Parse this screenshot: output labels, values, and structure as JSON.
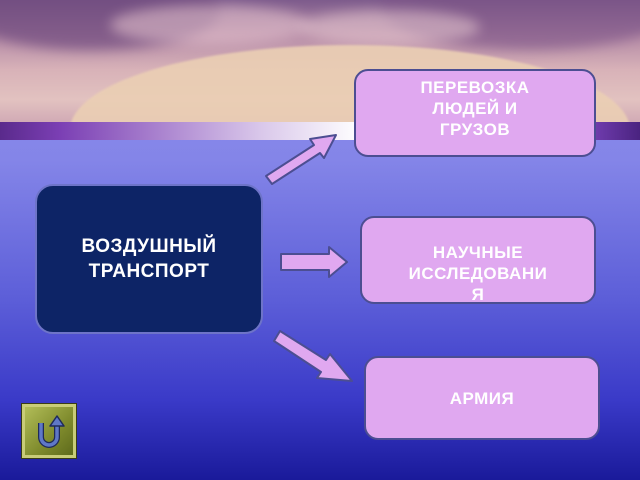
{
  "slide": {
    "source": {
      "label": "ВОЗДУШНЫЙ\nТРАНСПОРТ"
    },
    "targets": [
      {
        "label": "ПЕРЕВОЗКА\nЛЮДЕЙ  И\nГРУЗОВ"
      },
      {
        "label": "НАУЧНЫЕ\nИССЛЕДОВАНИ\nЯ"
      },
      {
        "label": "АРМИЯ"
      }
    ],
    "back_button": {
      "icon": "return-arrow-icon"
    }
  },
  "colors": {
    "source_box": "#0d2466",
    "target_box": "#e0a8f0",
    "arrow_fill": "#e0a8f0",
    "arrow_outline": "#4c4e92",
    "back_button": "#8f9a3a"
  }
}
